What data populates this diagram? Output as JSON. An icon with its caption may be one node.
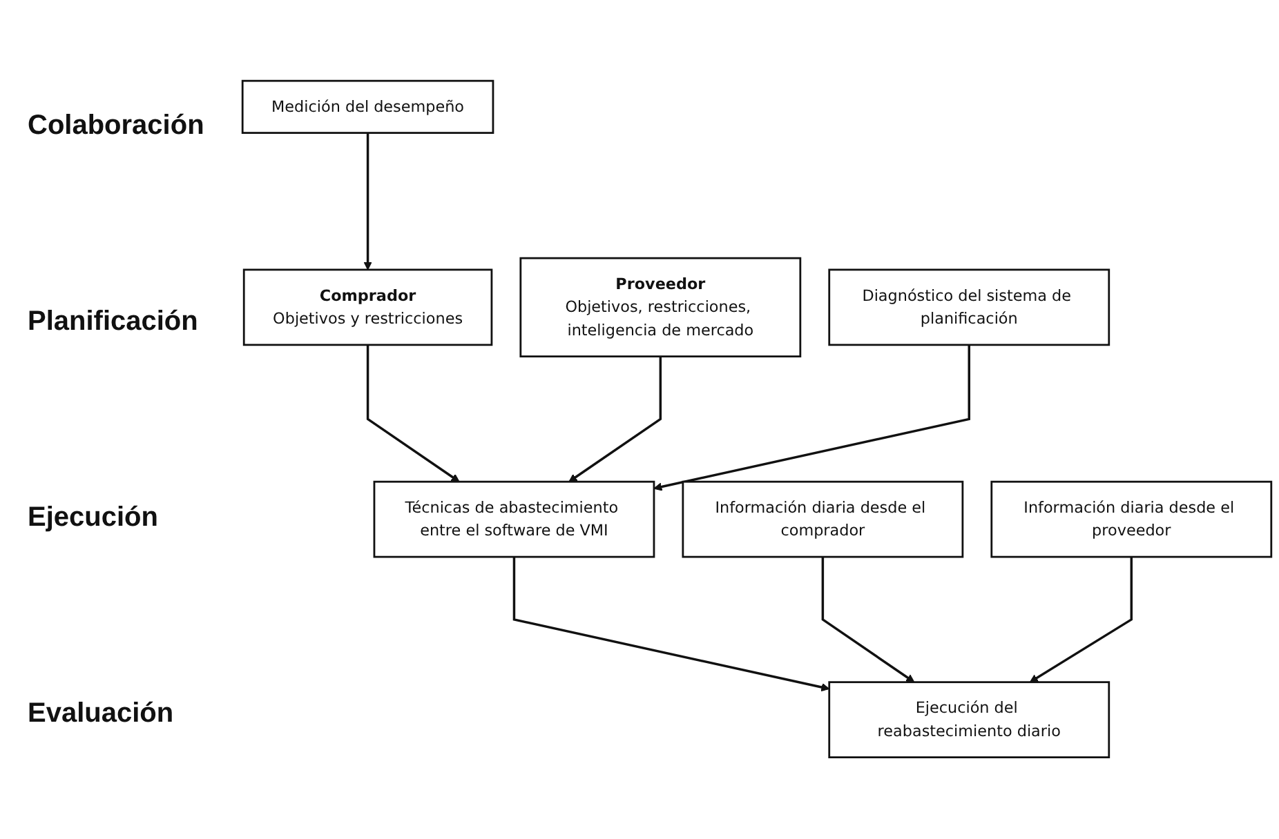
{
  "diagram": {
    "nodes": [
      {
        "text": [
          "Comprador",
          "Objetivos y restricciones"
        ]
      },
      {
        "text": [
          "Proveedor",
          "Objetivos, restricciones, inteligencia de mercado"
        ]
      },
      {
        "text": [
          "Técnicas de abastecimiento entre el software de VMI"
        ]
      },
      {
        "text": [
          "Información diaria desde el comprador"
        ]
      },
      {
        "text": [
          "Información diaria desde el proveedor"
        ]
      },
      {
        "text": [
          "Ejecución del reabastecimiento diario"
        ]
      },
      {
        "text": [
          "Medición del desempeño"
        ]
      },
      {
        "text": [
          "Diagnóstico del sistema de planificación"
        ]
      }
    ],
    "edges": [
      {
        "from": 0,
        "to": 2,
        "arrow": "to"
      },
      {
        "from": 1,
        "to": 2,
        "arrow": "to"
      },
      {
        "from": 2,
        "to": 5,
        "arrow": "to"
      },
      {
        "from": 3,
        "to": 5,
        "arrow": "to"
      },
      {
        "from": 4,
        "to": 5,
        "arrow": "to"
      },
      {
        "from": 6,
        "to": 0,
        "arrow": "to"
      },
      {
        "from": 7,
        "to": 2,
        "arrow": "to"
      }
    ],
    "labels": [
      "Colaboración",
      "Planificación",
      "Ejecución",
      "Evaluación"
    ]
  }
}
